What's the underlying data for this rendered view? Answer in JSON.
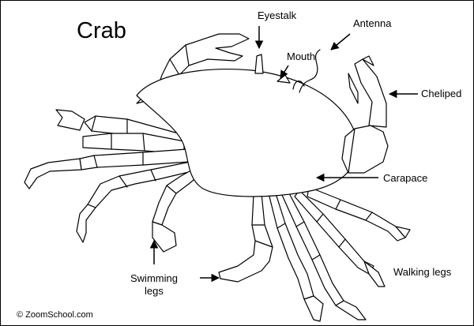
{
  "diagram": {
    "title": "Crab",
    "labels": {
      "eyestalk": "Eyestalk",
      "antenna": "Antenna",
      "mouth": "Mouth",
      "cheliped": "Cheliped",
      "carapace": "Carapace",
      "swimming_legs_line1": "Swimming",
      "swimming_legs_line2": "legs",
      "walking_legs": "Walking legs"
    },
    "copyright": "© ZoomSchool.com"
  }
}
